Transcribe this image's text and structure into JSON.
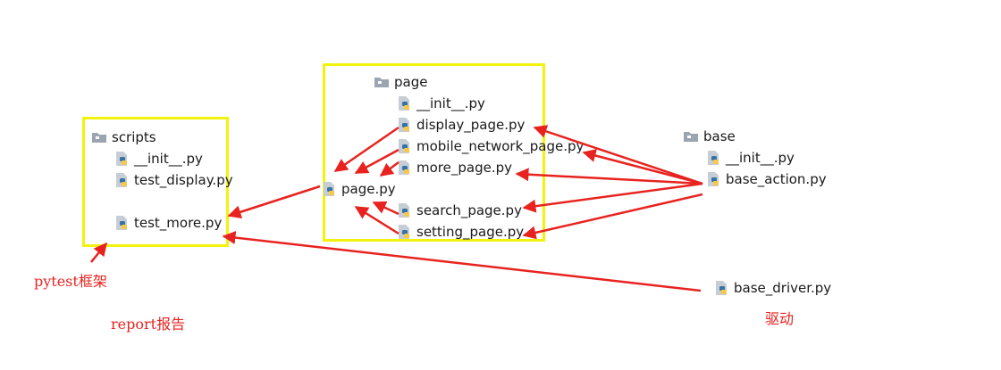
{
  "groups": {
    "scripts": {
      "folder": "scripts",
      "files": [
        "__init__.py",
        "test_display.py",
        "test_more.py"
      ]
    },
    "page": {
      "folder": "page",
      "files": [
        "__init__.py",
        "display_page.py",
        "mobile_network_page.py",
        "more_page.py",
        "page.py",
        "search_page.py",
        "setting_page.py"
      ]
    },
    "base": {
      "folder": "base",
      "files": [
        "__init__.py",
        "base_action.py"
      ]
    },
    "driver": {
      "file": "base_driver.py"
    }
  },
  "notes": {
    "pytest": "pytest框架",
    "report": "report报告",
    "driver": "驱动"
  },
  "colors": {
    "arrow": "#e8231f",
    "highlight_box": "#f2f20d",
    "note_text": "#e8231f",
    "folder_icon": "#9aa5b1"
  },
  "icons": {
    "folder": "folder-icon",
    "python_file": "python-file-icon"
  }
}
